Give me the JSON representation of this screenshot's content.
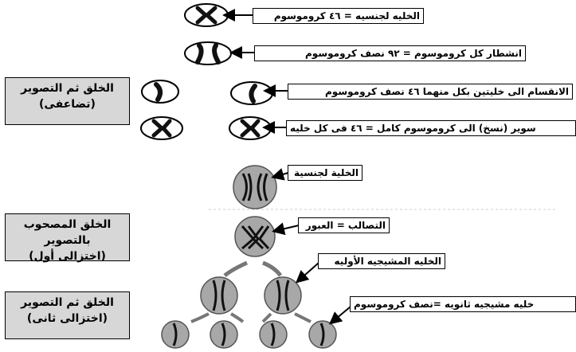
{
  "labels": {
    "sex_cell_46": "الخليه لجنسيه = ٤٦ كروموسوم",
    "split_92": "انشطار كل كروموسوم = ٩٢ نصف كروموسوم",
    "divide_46": "الانقسام الى خليتين بكل منهما ٤٦ نصف كروموسوم",
    "copy_46": "سوير (نسخ) الى كروموسوم كامل = ٤٦ فى كل خليه",
    "sex_cell": "الخلية لجنسية",
    "crossing_over": "التصالب = العبور",
    "primary_gamete": "الخليه المشيجيه الأوليه",
    "secondary_gamete": "خليه مشيجيه ثانويه =نصف كروموسوم"
  },
  "phases": {
    "p1_line1": "الخلق ثم التصوير",
    "p1_line2": "(تضاعفى)",
    "p2_line1": "الخلق المصحوب بالتصوير",
    "p2_line2": "(اختزالى أول)",
    "p3_line1": "الخلق ثم التصوير",
    "p3_line2": "(اختزالى ثانى)"
  },
  "colors": {
    "cell_fill": "#a8a8a8",
    "phase_fill": "#d7d7d7",
    "chromosome": "#111111"
  }
}
